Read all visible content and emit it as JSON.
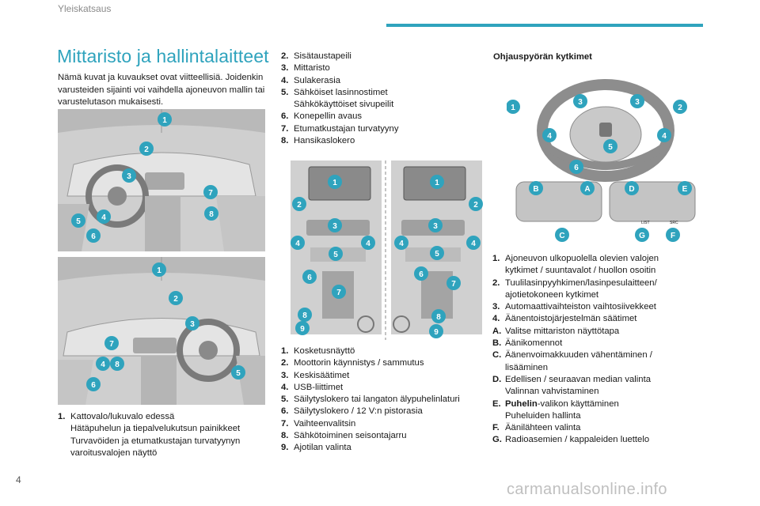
{
  "header": {
    "section": "Yleiskatsaus",
    "accent": "#2fa3bd"
  },
  "title": "Mittaristo ja hallintalaitteet",
  "intro": "Nämä kuvat ja kuvaukset ovat viitteellisiä. Joidenkin varusteiden sijainti voi vaihdella ajoneuvon mallin tai varustelutason mukaisesti.",
  "list_left": [
    {
      "num": "1.",
      "lines": [
        "Kattovalo/lukuvalo edessä",
        "Hätäpuhelun ja tiepalvelukutsun painikkeet",
        "Turvavöiden ja etumatkustajan turvatyynyn varoitusvalojen näyttö"
      ]
    }
  ],
  "list_mid_top": [
    {
      "num": "2.",
      "text": "Sisätaustapeili"
    },
    {
      "num": "3.",
      "text": "Mittaristo"
    },
    {
      "num": "4.",
      "text": "Sulakerasia"
    },
    {
      "num": "5.",
      "text": "Sähköiset lasinnostimet"
    },
    {
      "num": "",
      "text": "Sähkökäyttöiset sivupeilit"
    },
    {
      "num": "6.",
      "text": "Konepellin avaus"
    },
    {
      "num": "7.",
      "text": "Etumatkustajan turvatyyny"
    },
    {
      "num": "8.",
      "text": "Hansikaslokero"
    }
  ],
  "list_mid_bottom": [
    {
      "num": "1.",
      "text": "Kosketusnäyttö"
    },
    {
      "num": "2.",
      "text": "Moottorin käynnistys / sammutus"
    },
    {
      "num": "3.",
      "text": "Keskisäätimet"
    },
    {
      "num": "4.",
      "text": "USB-liittimet"
    },
    {
      "num": "5.",
      "text": "Säilytyslokero tai langaton älypuhelinlaturi"
    },
    {
      "num": "6.",
      "text": "Säilytyslokero / 12 V:n pistorasia"
    },
    {
      "num": "7.",
      "text": "Vaihteenvalitsin"
    },
    {
      "num": "8.",
      "text": "Sähkötoiminen seisontajarru"
    },
    {
      "num": "9.",
      "text": "Ajotilan valinta"
    }
  ],
  "steering_title": "Ohjauspyörän kytkimet",
  "list_right": [
    {
      "num": "1.",
      "lines": [
        "Ajoneuvon ulkopuolella olevien valojen",
        "kytkimet / suuntavalot / huollon osoitin"
      ]
    },
    {
      "num": "2.",
      "lines": [
        "Tuulilasinpyyhkimen/lasinpesulaitteen/",
        "ajotietokoneen kytkimet"
      ]
    },
    {
      "num": "3.",
      "lines": [
        "Automaattivaihteiston vaihtosiivekkeet"
      ]
    },
    {
      "num": "4.",
      "lines": [
        "Äänentoistojärjestelmän säätimet"
      ]
    },
    {
      "num": "A.",
      "lines": [
        "Valitse mittariston näyttötapa"
      ]
    },
    {
      "num": "B.",
      "lines": [
        "Äänikomennot"
      ]
    },
    {
      "num": "C.",
      "lines": [
        "Äänenvoimakkuuden vähentäminen /",
        "lisääminen"
      ]
    },
    {
      "num": "D.",
      "lines": [
        "Edellisen / seuraavan median valinta",
        "Valinnan vahvistaminen"
      ]
    },
    {
      "num": "E.",
      "bold": "Puhelin",
      "lines": [
        "-valikon käyttäminen",
        "Puheluiden hallinta"
      ]
    },
    {
      "num": "F.",
      "lines": [
        "Äänilähteen valinta"
      ]
    },
    {
      "num": "G.",
      "lines": [
        "Radioasemien / kappaleiden luettelo"
      ]
    }
  ],
  "diagram_labels": {
    "img1": [
      "1",
      "2",
      "3",
      "7",
      "8",
      "5",
      "4",
      "6"
    ],
    "img2": [
      "1",
      "2",
      "3",
      "7",
      "4",
      "8",
      "5",
      "6"
    ],
    "console_left": [
      "1",
      "2",
      "3",
      "4",
      "4",
      "5",
      "6",
      "7",
      "8",
      "9"
    ],
    "console_right": [
      "1",
      "2",
      "3",
      "4",
      "4",
      "5",
      "6",
      "7",
      "8",
      "9"
    ],
    "wheel": [
      "1",
      "3",
      "3",
      "2",
      "4",
      "5",
      "4",
      "6"
    ],
    "switches": [
      "B",
      "A",
      "C",
      "D",
      "E",
      "G",
      "F"
    ],
    "switch_text": [
      "LIST",
      "SRC"
    ]
  },
  "page_number": "4",
  "watermark": "carmanualsonline.info"
}
